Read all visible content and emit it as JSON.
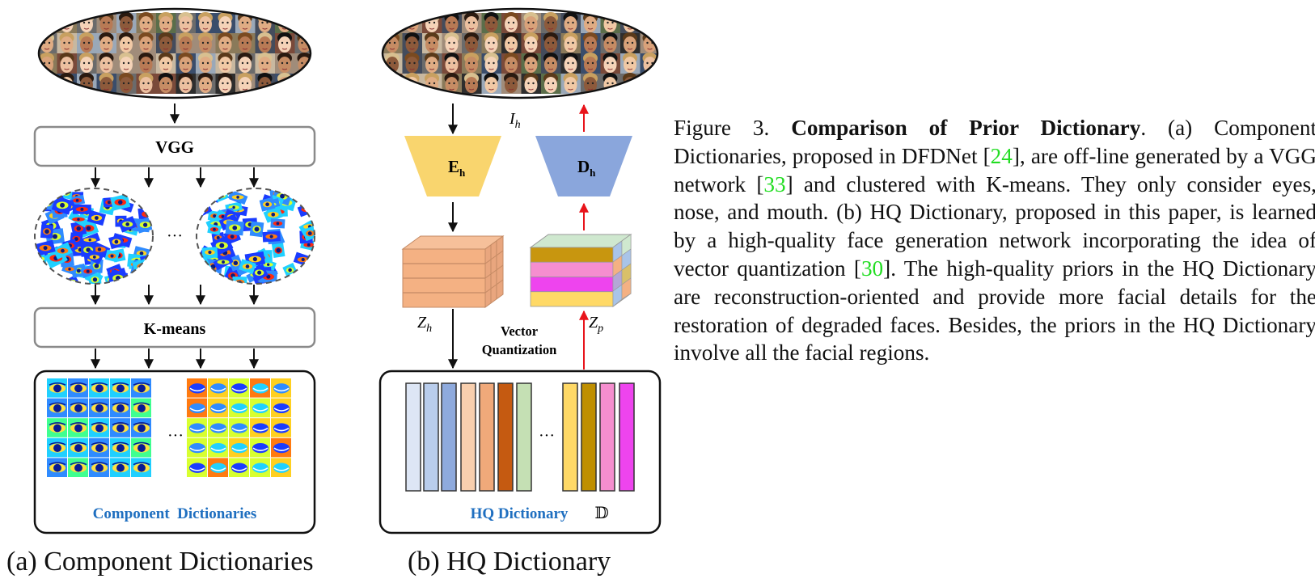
{
  "panel_a": {
    "vgg_label": "VGG",
    "kmeans_label": "K-means",
    "ellipsis": "···",
    "dict_label": "Component  Dictionaries",
    "caption": "(a) Component Dictionaries"
  },
  "panel_b": {
    "ih_label": "I",
    "ih_sub": "h",
    "enc_label": "E",
    "enc_sub": "h",
    "dec_label": "D",
    "dec_sub": "h",
    "zh_label": "Z",
    "zh_sub": "h",
    "zp_label": "Z",
    "zp_sub": "p",
    "vq_line1": "Vector",
    "vq_line2": "Quantization",
    "ellipsis": "···",
    "dict_label": "HQ Dictionary",
    "dict_symbol": "𝔻",
    "caption": "(b) HQ Dictionary"
  },
  "caption": {
    "fig_num": "Figure 3. ",
    "title": "Comparison of Prior Dictionary",
    "t1": ". (a) Component Dictionaries, proposed in DFDNet [",
    "c1": "24",
    "t2": "], are off-line generated by a VGG network [",
    "c2": "33",
    "t3": "] and clustered with K-means. They only consider eyes, nose, and mouth. (b) HQ Dictionary, proposed in this paper, is learned by a high-quality face generation network incorporating the idea of vector quantization [",
    "c3": "30",
    "t4": "]. The high-quality priors in the HQ Dictionary are reconstruction-oriented and provide more facial details for the restoration of degraded faces. Besides, the priors in the HQ Dictionary involve all the facial regions."
  },
  "colors": {
    "dict_blue_text": "#1f6fc0",
    "encoder": "#f9d56e",
    "decoder": "#8aa6dc",
    "arrow_red": "#e8141b",
    "citation": "#22dd22"
  }
}
